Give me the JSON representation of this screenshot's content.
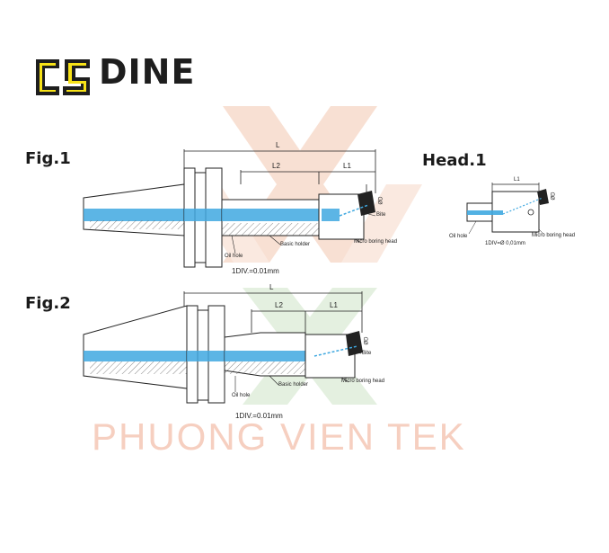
{
  "logo": {
    "brand": "DINE",
    "accent_color": "#f7e217",
    "dark_color": "#1e1e1e"
  },
  "watermark": {
    "text": "PHUONG VIEN TEK",
    "color": "#f6cfc0"
  },
  "colors": {
    "coolant": "#3fa8e0",
    "line": "#222222"
  },
  "fig1": {
    "title": "Fig.1",
    "dim_L": "L",
    "dim_L2": "L2",
    "dim_L1": "L1",
    "dim_D": "ØD",
    "label_bite": "Bite",
    "label_basic_holder": "Basic holder",
    "label_oil_hole": "Oil hole",
    "label_micro_head": "Micro boring head",
    "label_div": "1DIV.=0.01mm"
  },
  "fig2": {
    "title": "Fig.2",
    "dim_L": "L",
    "dim_L2": "L2",
    "dim_L1": "L1",
    "dim_D": "ØD",
    "label_bite": "Bite",
    "label_basic_holder": "Basic holder",
    "label_oil_hole": "Oil hole",
    "label_micro_head": "Micro boring head",
    "label_div": "1DIV.=0.01mm"
  },
  "head1": {
    "title": "Head.1",
    "dim_L1": "L1",
    "dim_D": "ØD",
    "label_oil_hole": "Oil hole",
    "label_micro_head": "Micro boring head",
    "label_div": "1DIV=Ø 0,01mm"
  }
}
